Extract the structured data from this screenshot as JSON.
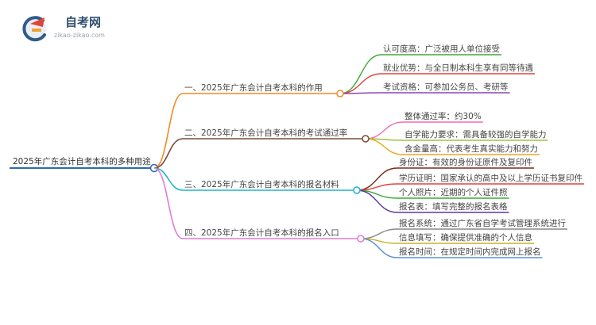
{
  "logo": {
    "title": "自考网",
    "subtitle": "zikao-zikao.com"
  },
  "root": {
    "label": "2025年广东会计自考本科的多种用途",
    "color": "#2b6cb0"
  },
  "branches": [
    {
      "label": "一、2025年广东会计自考本科的作用",
      "color": "#f08a24",
      "children": [
        {
          "label": "认可度高：广泛被用人单位接受",
          "color": "#3aaa35"
        },
        {
          "label": "就业优势：与全日制本科生享有同等待遇",
          "color": "#e0453b"
        },
        {
          "label": "考试资格：可参加公务员、考研等",
          "color": "#8e44ad"
        }
      ]
    },
    {
      "label": "二、2025年广东会计自考本科的考试通过率",
      "color": "#7b4a3a",
      "children": [
        {
          "label": "整体通过率：约30%",
          "color": "#f06fb0"
        },
        {
          "label": "自学能力要求：需具备较强的自学能力",
          "color": "#9bc53d"
        },
        {
          "label": "含金量高：代表考生真实能力和努力",
          "color": "#e6a817"
        }
      ]
    },
    {
      "label": "三、2025年广东会计自考本科的报名材料",
      "color": "#1fb5c5",
      "children": [
        {
          "label": "身份证：有效的身份证原件及复印件",
          "color": "#7a2a1a"
        },
        {
          "label": "学历证明：国家承认的高中及以上学历证书复印件",
          "color": "#e0453b"
        },
        {
          "label": "个人照片：近期的个人证件照",
          "color": "#3aaa35"
        },
        {
          "label": "报名表：填写完整的报名表格",
          "color": "#5b3a9e"
        }
      ]
    },
    {
      "label": "四、2025年广东会计自考本科的报名入口",
      "color": "#e27bd3",
      "children": [
        {
          "label": "报名系统：通过广东省自学考试管理系统进行",
          "color": "#888888"
        },
        {
          "label": "信息填写：确保提供准确的个人信息",
          "color": "#c9b227"
        },
        {
          "label": "报名时间：在规定时间内完成网上报名",
          "color": "#5b8fd4"
        }
      ]
    }
  ]
}
